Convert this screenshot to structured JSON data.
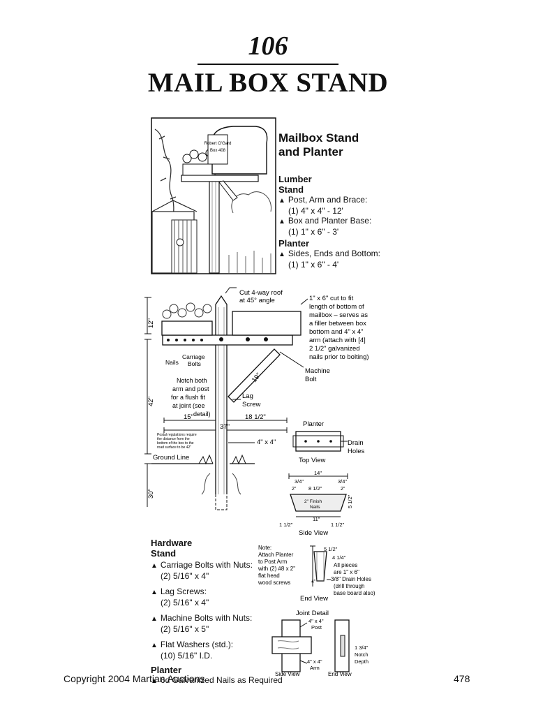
{
  "header": {
    "page_number": "106",
    "title": "MAIL BOX STAND"
  },
  "intro": {
    "heading_line1": "Mailbox Stand",
    "heading_line2": "and Planter",
    "mailbox_sign_line1": "Robert O'Gard",
    "mailbox_sign_line2": "Box 408",
    "lumber": {
      "title": "Lumber",
      "stand_title": "Stand",
      "stand_items": [
        {
          "name": "Post, Arm and Brace:",
          "spec": "(1) 4\" x 4\" - 12'"
        },
        {
          "name": "Box and Planter Base:",
          "spec": "(1) 1\" x 6\" - 3'"
        }
      ],
      "planter_title": "Planter",
      "planter_items": [
        {
          "name": "Sides, Ends and Bottom:",
          "spec": "(1) 1\" x 6\" - 4'"
        }
      ]
    }
  },
  "diagram": {
    "cut_roof_line1": "Cut 4-way roof",
    "cut_roof_line2": "at 45° angle",
    "filler_note": [
      "1\" x 6\" cut to fit",
      "length of bottom of",
      "mailbox – serves as",
      "a filler between box",
      "bottom and 4\" x 4\"",
      "arm (attach with [4]",
      "2 1/2\" galvanized",
      "nails prior to bolting)"
    ],
    "dim_12": "12\"",
    "dim_42": "42\"",
    "dim_30": "30\"",
    "dim_19": "19\"",
    "dim_15": "15\"",
    "dim_18_5": "18 1/2\"",
    "dim_37": "37\"",
    "nails": "Nails",
    "carriage_bolts_line1": "Carriage",
    "carriage_bolts_line2": "Bolts",
    "notch_note": [
      "Notch both",
      "arm and post",
      "for a flush fit",
      "at joint (see",
      "detail)"
    ],
    "lag_screw_line1": "Lag",
    "lag_screw_line2": "Screw",
    "machine_bolt_line1": "Machine",
    "machine_bolt_line2": "Bolt",
    "postal_note": [
      "Postal regulations require",
      "the distance from the",
      "bottom of the box to the",
      "road surface to be 42\""
    ],
    "post_size": "4\" x 4\"",
    "ground_line": "Ground Line"
  },
  "planter_views": {
    "planter_label": "Planter",
    "drain_holes_line1": "Drain",
    "drain_holes_line2": "Holes",
    "top_view": "Top View",
    "side_view": "Side View",
    "dim_14": "14\"",
    "dim_3_4_left": "3/4\"",
    "dim_3_4_right": "3/4\"",
    "dim_2_left": "2\"",
    "dim_2_right": "2\"",
    "dim_8_5": "8 1/2\"",
    "finish_nails_line1": "2\" Finish",
    "finish_nails_line2": "Nails",
    "dim_5_5_side": "5 1/2\"",
    "dim_11": "11\"",
    "dim_1_5_left": "1 1/2\"",
    "dim_1_5_right": "1 1/2\""
  },
  "hardware": {
    "title": "Hardware",
    "stand_title": "Stand",
    "stand_items": [
      {
        "name": "Carriage Bolts with Nuts:",
        "spec": "(2) 5/16\" x 4\""
      },
      {
        "name": "Lag Screws:",
        "spec": "(2) 5/16\" x 4\""
      },
      {
        "name": "Machine Bolts with Nuts:",
        "spec": "(2) 5/16\" x 5\""
      },
      {
        "name": "Flat Washers (std.):",
        "spec": "(10) 5/16\" I.D."
      }
    ],
    "planter_title": "Planter",
    "planter_items": [
      {
        "name": "6d Galvanized Nails as Required",
        "spec": ""
      }
    ]
  },
  "end_view": {
    "note": [
      "Note:",
      "Attach Planter",
      "to Post Arm",
      "with (2) #8 x 2\"",
      "flat head",
      "wood screws"
    ],
    "dim_5_5": "5 1/2\"",
    "dim_4_25": "4 1/4\"",
    "dim_4": "4\"",
    "pieces_note": [
      "All pieces",
      "are 1\" x 6\""
    ],
    "drain_note": [
      "3/8\" Drain Holes",
      "(drill through",
      "base board also)"
    ],
    "label": "End View"
  },
  "joint_detail": {
    "title": "Joint Detail",
    "post_label_line1": "4\" x 4\"",
    "post_label_line2": "Post",
    "arm_label_line1": "4\" x 4\"",
    "arm_label_line2": "Arm",
    "notch_line1": "1 3/4\"",
    "notch_line2": "Notch",
    "notch_line3": "Depth",
    "side_view": "Side View",
    "end_view": "End View"
  },
  "footer": {
    "copyright": "Copyright 2004 Martian Auctions",
    "page": "478"
  }
}
